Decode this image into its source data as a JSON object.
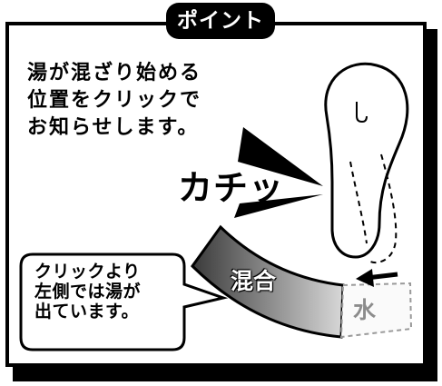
{
  "title": "ポイント",
  "description": "湯が混ざり始める\n位置をクリックで\nお知らせします。",
  "sound_effect": "カチッ",
  "zones": {
    "mix": "混合",
    "water": "水"
  },
  "callout": "クリックより\n左側では湯が\n出ています。"
}
